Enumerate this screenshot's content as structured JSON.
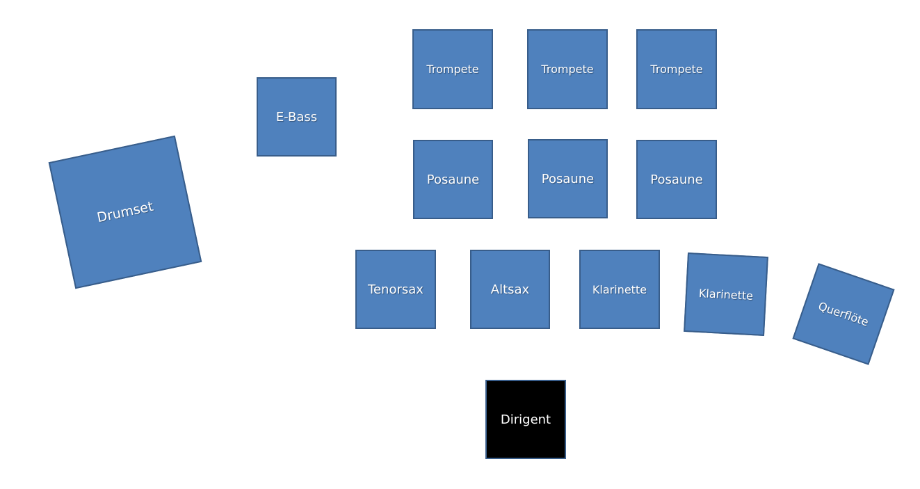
{
  "colors": {
    "box_fill": "#4f81bd",
    "box_border": "#385d8a",
    "conductor_fill": "#000000",
    "text": "#ffffff",
    "background": "#ffffff"
  },
  "positions": {
    "drumset": "Drumset",
    "e_bass": "E-Bass",
    "trumpets": [
      "Trompete",
      "Trompete",
      "Trompete"
    ],
    "trombones": [
      "Posaune",
      "Posaune",
      "Posaune"
    ],
    "tenorsax": "Tenorsax",
    "altsax": "Altsax",
    "clarinets": [
      "Klarinette",
      "Klarinette"
    ],
    "flute": "Querflöte",
    "conductor": "Dirigent"
  }
}
